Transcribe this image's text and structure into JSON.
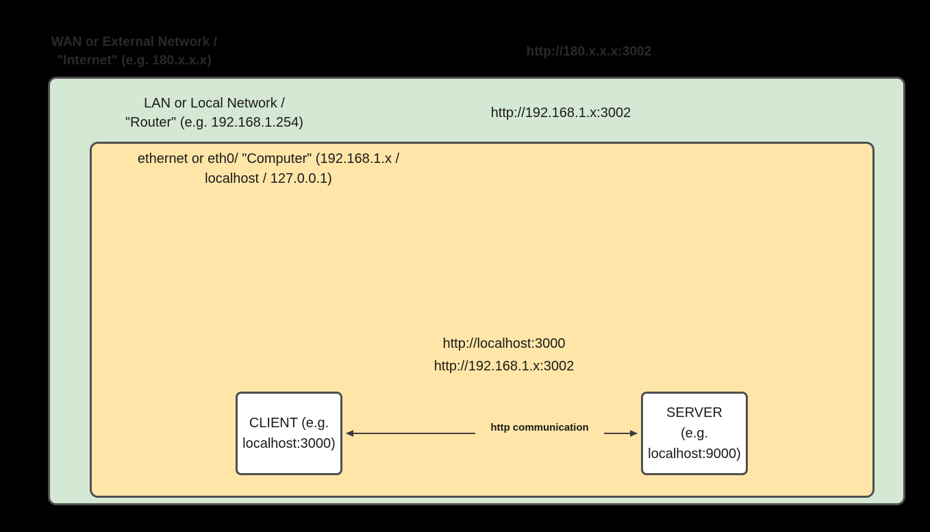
{
  "diagram": {
    "type": "network-architecture",
    "background_color": "#000000",
    "wan": {
      "title": "WAN or External Network /\n\"Internet\" (e.g. 180.x.x.x)",
      "url": "http://180.x.x.x:3002",
      "text_color": "#2a2a2a"
    },
    "lan": {
      "title": "LAN or Local Network /\n\"Router\" (e.g. 192.168.1.254)",
      "url": "http://192.168.1.x:3002",
      "fill_color": "#d5e8d4",
      "border_color": "#4f4f4f"
    },
    "computer": {
      "title": "ethernet or eth0/ \"Computer\" (192.168.1.x /\nlocalhost / 127.0.0.1)",
      "fill_color": "#ffe6a8",
      "border_color": "#4f4f4f",
      "urls": [
        "http://localhost:3000",
        "http://192.168.1.x:3002"
      ]
    },
    "nodes": {
      "client": {
        "label": "CLIENT (e.g.\nlocalhost:3000)",
        "fill_color": "#ffffff",
        "border_color": "#4f4f4f"
      },
      "server": {
        "label": "SERVER\n(e.g.\nlocalhost:9000)",
        "fill_color": "#ffffff",
        "border_color": "#4f4f4f"
      }
    },
    "connector": {
      "label": "http communication",
      "direction": "bidirectional",
      "line_color": "#3d3d3d"
    }
  }
}
